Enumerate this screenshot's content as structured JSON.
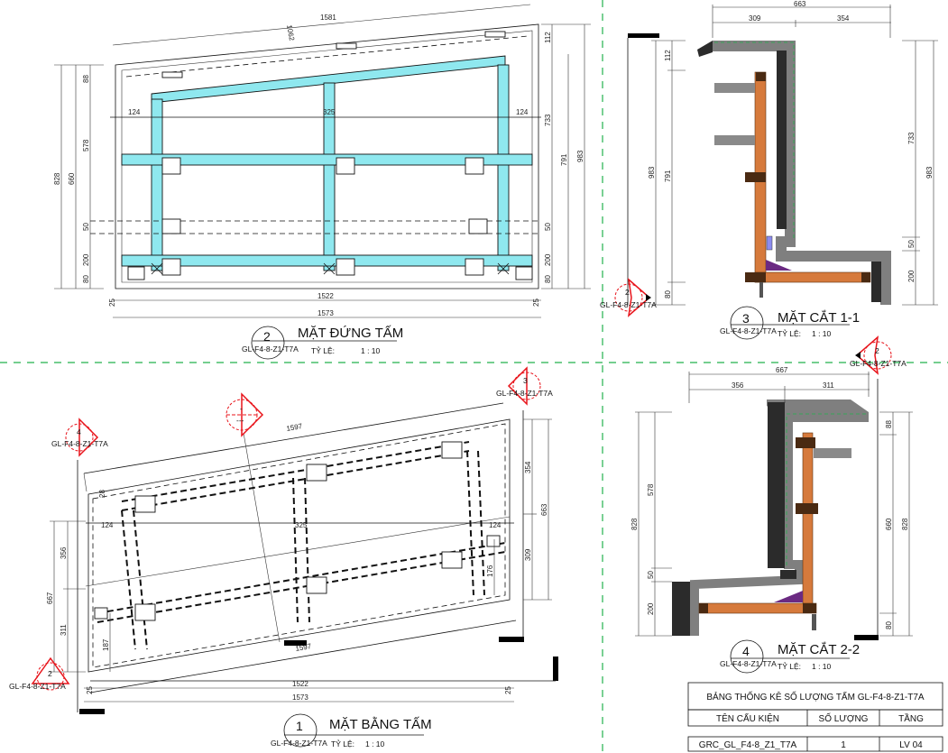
{
  "colors": {
    "grid_line": "#22b14c",
    "steel_frame": "#d67a3c",
    "grc_shell": "#7f7f7f",
    "section_marker": "#e8141b",
    "cyan_frame": "#8fe8ef"
  },
  "elevation": {
    "number": "2",
    "title": "MẶT ĐỨNG TẤM",
    "ref": "GL-F4-8-Z1-T7A",
    "scale_label": "TỶ LỆ:",
    "scale": "1 : 10",
    "dims": [
      "1581",
      "1062",
      "124",
      "325",
      "124",
      "828",
      "660",
      "88",
      "578",
      "50",
      "200",
      "80",
      "112",
      "733",
      "50",
      "200",
      "80",
      "791",
      "983",
      "25",
      "1522",
      "25",
      "1573"
    ]
  },
  "section11": {
    "number": "3",
    "title": "MẶT CẮT 1-1",
    "ref": "GL-F4-8-Z1-T7A",
    "scale_label": "TỶ LỆ:",
    "scale": "1 : 10",
    "marker_number": "2",
    "marker_ref": "GL-F4-8-Z1-T7A",
    "dims": [
      "663",
      "309",
      "354",
      "983",
      "112",
      "791",
      "80",
      "733",
      "50",
      "200",
      "983"
    ]
  },
  "section22": {
    "number": "4",
    "title": "MẶT CẮT 2-2",
    "ref": "GL-F4-8-Z1-T7A",
    "scale_label": "TỶ LỆ:",
    "scale": "1 : 10",
    "marker_number": "2",
    "marker_ref": "GL-F4-8-Z1-T7A",
    "dims": [
      "667",
      "356",
      "311",
      "828",
      "578",
      "50",
      "200",
      "88",
      "660",
      "80",
      "828"
    ]
  },
  "plan": {
    "number": "1",
    "title": "MẶT BẰNG TẤM",
    "ref": "GL-F4-8-Z1-T7A",
    "scale_label": "TỶ LỆ:",
    "scale": "1 : 10",
    "markers": [
      {
        "number": "4",
        "ref": "GL-F4-8-Z1-T7A"
      },
      {
        "number": "3",
        "ref": "GL-F4-8-Z1-T7A"
      },
      {
        "number": "-",
        "ref": "---"
      },
      {
        "number": "2",
        "ref": "GL-F4-8-Z1-T7A"
      }
    ],
    "dims": [
      "1597",
      "1597",
      "124",
      "325",
      "124",
      "28",
      "667",
      "356",
      "311",
      "187",
      "354",
      "309",
      "663",
      "176",
      "25",
      "1522",
      "25",
      "1573"
    ]
  },
  "schedule": {
    "title": "BẢNG THỐNG KÊ SỐ LƯỢNG TẤM GL-F4-8-Z1-T7A",
    "headers": [
      "TÊN CẤU KIỆN",
      "SỐ LƯỢNG",
      "TẦNG"
    ],
    "rows": [
      [
        "GRC_GL_F4-8_Z1_T7A",
        "1",
        "LV 04"
      ]
    ]
  }
}
